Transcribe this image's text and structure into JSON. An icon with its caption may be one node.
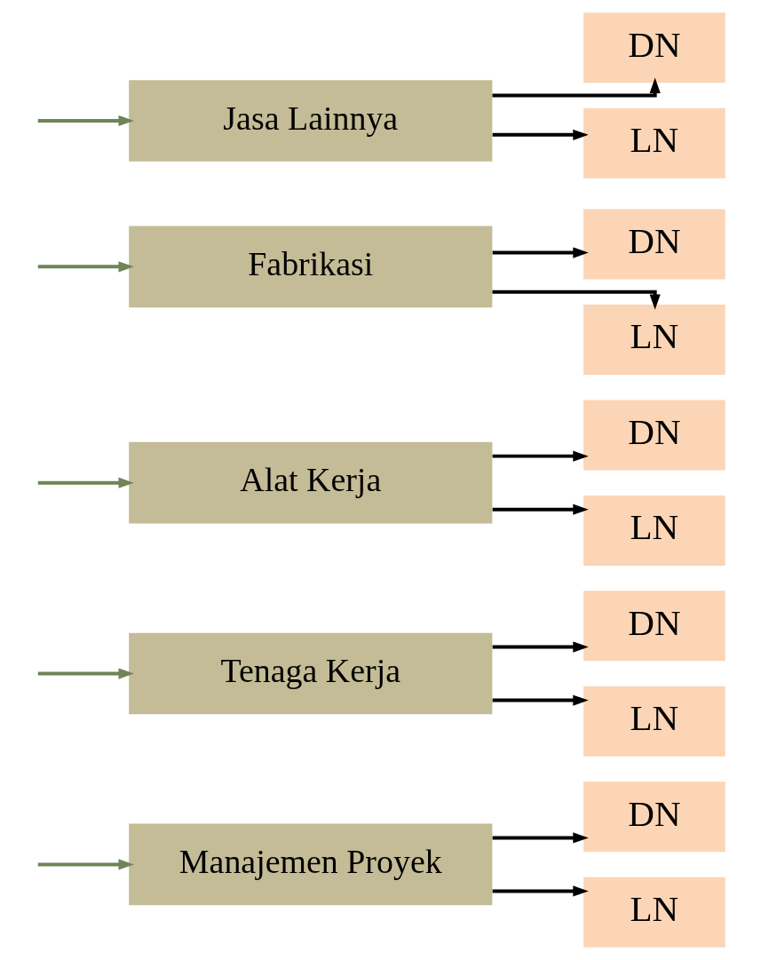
{
  "diagram": {
    "nodes": [
      {
        "text": [
          "Manajemen Proyek"
        ]
      },
      {
        "text": [
          "DN"
        ]
      },
      {
        "text": [
          "LN"
        ]
      },
      {
        "text": [
          "Tenaga Kerja"
        ]
      },
      {
        "text": [
          "DN"
        ]
      },
      {
        "text": [
          "LN"
        ]
      },
      {
        "text": [
          "Alat Kerja"
        ]
      },
      {
        "text": [
          "DN"
        ]
      },
      {
        "text": [
          "LN"
        ]
      },
      {
        "text": [
          "Fabrikasi"
        ]
      },
      {
        "text": [
          "DN"
        ]
      },
      {
        "text": [
          "LN"
        ]
      },
      {
        "text": [
          "Jasa Lainnya"
        ]
      },
      {
        "text": [
          "DN"
        ]
      },
      {
        "text": [
          "LN"
        ]
      }
    ],
    "edges": [
      {
        "from": null,
        "to": 0,
        "arrow": "to",
        "color": "#6f8457"
      },
      {
        "from": null,
        "to": 3,
        "arrow": "to",
        "color": "#6f8457"
      },
      {
        "from": null,
        "to": 6,
        "arrow": "to",
        "color": "#6f8457"
      },
      {
        "from": null,
        "to": 9,
        "arrow": "to",
        "color": "#6f8457"
      },
      {
        "from": null,
        "to": 12,
        "arrow": "to",
        "color": "#6f8457"
      },
      {
        "from": 0,
        "to": 1,
        "arrow": "to"
      },
      {
        "from": 0,
        "to": 2,
        "arrow": "to"
      },
      {
        "from": 3,
        "to": 4,
        "arrow": "to"
      },
      {
        "from": 3,
        "to": 5,
        "arrow": "to"
      },
      {
        "from": 6,
        "to": 7,
        "arrow": "to"
      },
      {
        "from": 6,
        "to": 8,
        "arrow": "to"
      },
      {
        "from": 9,
        "to": 10,
        "arrow": "to"
      },
      {
        "from": 9,
        "to": 11,
        "arrow": "to"
      },
      {
        "from": 12,
        "to": 13,
        "arrow": "to"
      },
      {
        "from": 12,
        "to": 14,
        "arrow": "to"
      }
    ]
  }
}
